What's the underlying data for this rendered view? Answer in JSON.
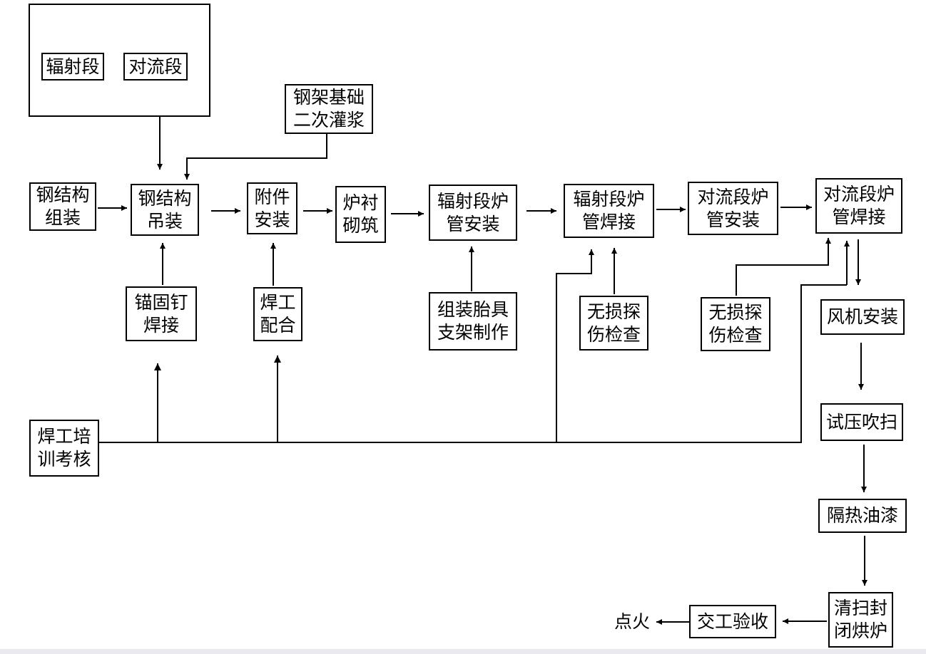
{
  "diagram": {
    "group": {
      "items": [
        "辐射段",
        "对流段"
      ]
    },
    "nodes": {
      "grout": "钢架基础\n二次灌浆",
      "steel_assembly": "钢结构\n组装",
      "steel_lifting": "钢结构\n吊装",
      "attachment": "附件\n安装",
      "lining": "炉衬\n砌筑",
      "rad_tube_install": "辐射段炉\n管安装",
      "rad_tube_weld": "辐射段炉\n管焊接",
      "conv_tube_install": "对流段炉\n管安装",
      "conv_tube_weld": "对流段炉\n管焊接",
      "anchor_weld": "锚固钉\n焊接",
      "welder_support": "焊工\n配合",
      "jig_fabrication": "组装胎具\n支架制作",
      "ndt_1": "无损探\n伤检查",
      "ndt_2": "无损探\n伤检查",
      "fan_install": "风机安装",
      "pressure_test": "试压吹扫",
      "insulation_paint": "隔热油漆",
      "clean_seal_dry": "清扫封\n闭烘炉",
      "handover": "交工验收",
      "welder_training": "焊工培\n训考核"
    },
    "end_label": "点火"
  }
}
